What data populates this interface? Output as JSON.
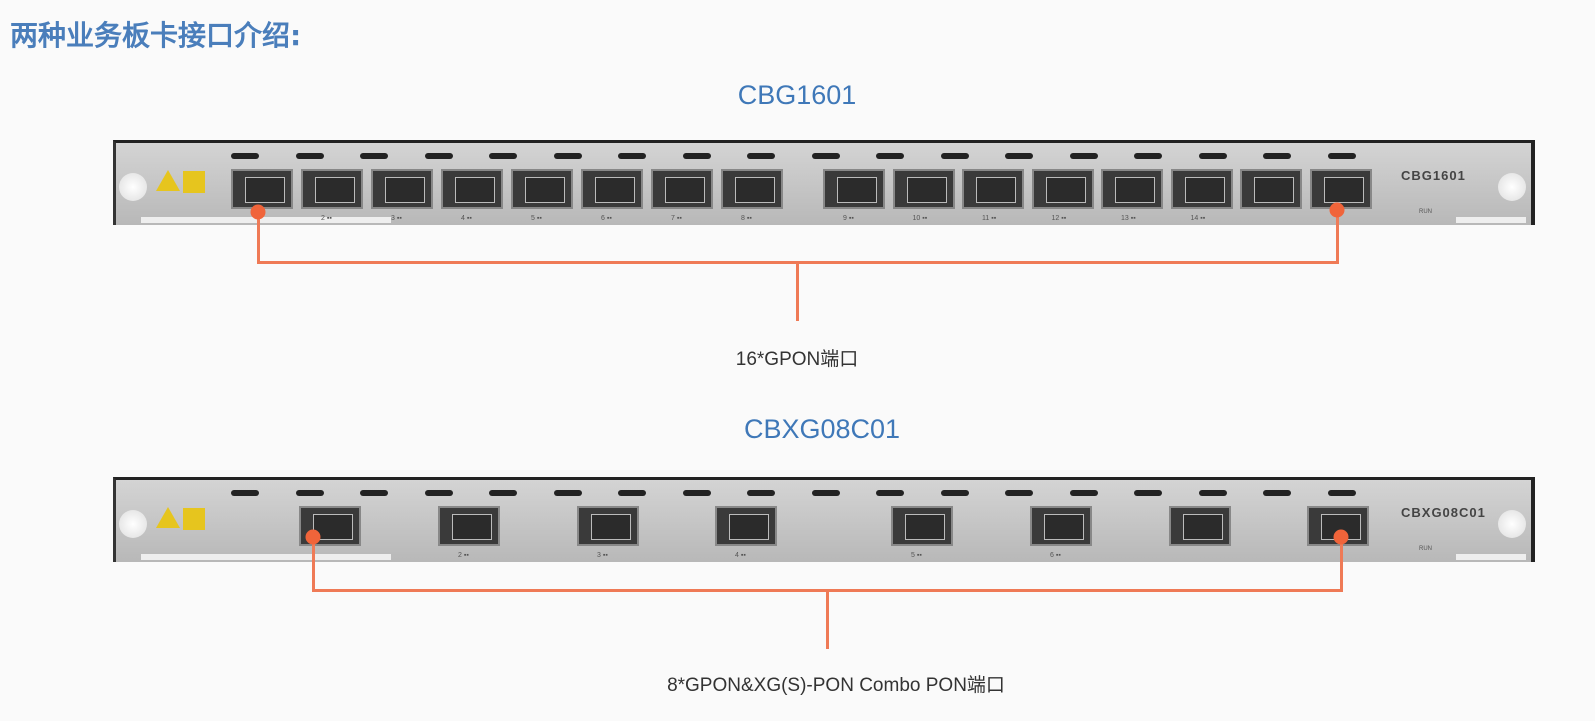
{
  "title": "两种业务板卡接口介绍:",
  "boards": [
    {
      "name": "CBG1601",
      "panel_label": "CBG1601",
      "run_label": "RUN",
      "port_count": 16,
      "caption": "16*GPON端口"
    },
    {
      "name": "CBXG08C01",
      "panel_label": "CBXG08C01",
      "run_label": "RUN",
      "port_count": 8,
      "caption": "8*GPON&XG(S)-PON Combo  PON端口"
    }
  ],
  "colors": {
    "accent": "#4a7ebb",
    "callout": "#f0643a"
  }
}
